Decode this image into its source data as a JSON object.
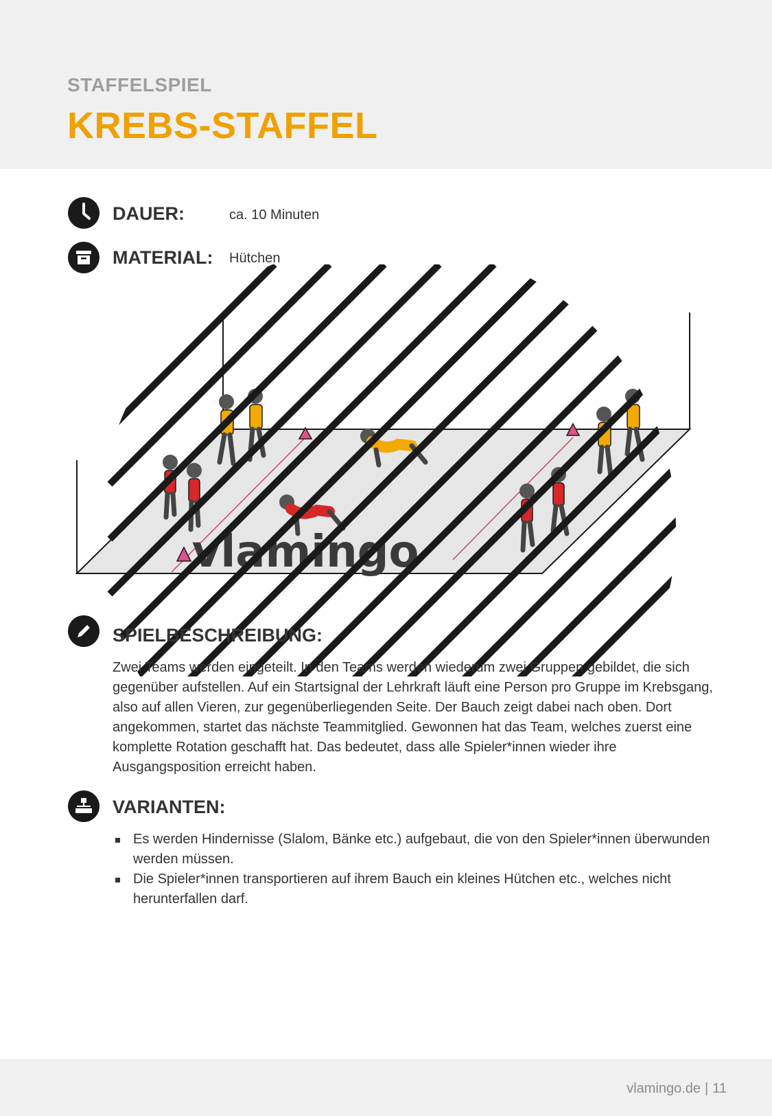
{
  "header": {
    "category": "STAFFELSPIEL",
    "title": "KREBS-STAFFEL"
  },
  "info": {
    "duration_label": "DAUER:",
    "duration_value": "ca. 10 Minuten",
    "material_label": "MATERIAL:",
    "material_value": "Hütchen"
  },
  "illustration": {
    "watermark": "vlamingo"
  },
  "description": {
    "heading": "SPIELBESCHREIBUNG:",
    "text": "Zwei Teams werden eingeteilt. In den Teams werden wiederum zwei Gruppen gebildet, die sich gegenüber aufstellen. Auf ein Startsignal der Lehrkraft läuft eine Person pro Gruppe im Krebsgang, also auf allen Vieren, zur gegenüberliegenden Seite. Der Bauch zeigt dabei nach oben. Dort angekommen, startet das nächste Teammitglied. Gewonnen hat das Team, welches zuerst eine komplette Rotation geschafft hat. Das bedeutet, dass alle Spieler*innen wieder ihre Ausgangsposition erreicht haben."
  },
  "variants": {
    "heading": "VARIANTEN:",
    "items": [
      "Es werden Hindernisse (Slalom, Bänke etc.) aufgebaut, die von den Spieler*innen überwunden werden müssen.",
      "Die Spieler*innen transportieren auf ihrem Bauch ein kleines Hütchen etc., welches nicht herunterfallen darf."
    ]
  },
  "footer": {
    "site": "vlamingo.de",
    "page": "11"
  },
  "colors": {
    "accent_orange": "#f0a000",
    "team_red": "#d62828",
    "team_yellow": "#f2a900",
    "cone_pink": "#e0508a"
  }
}
